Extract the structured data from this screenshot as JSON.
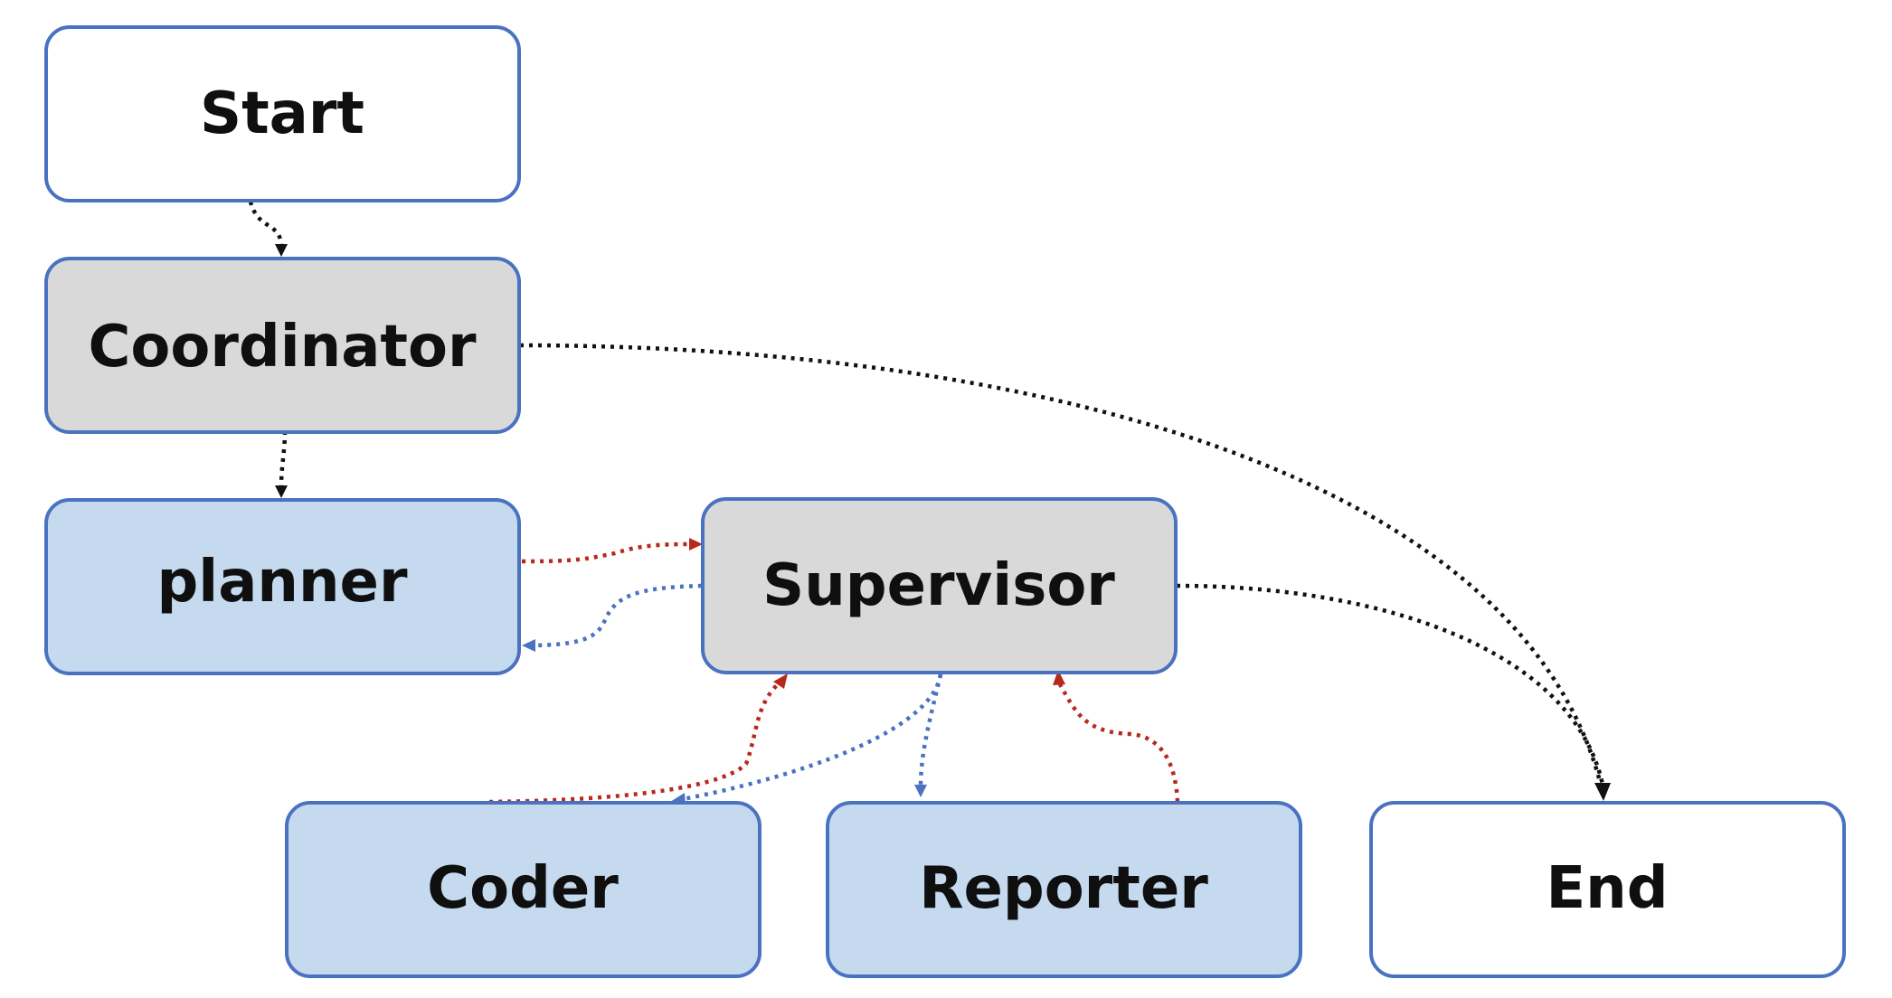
{
  "colors": {
    "node_border": "#4a72c0",
    "node_fill_white": "#ffffff",
    "node_fill_gray": "#d9d9d9",
    "node_fill_blue": "#c5d9ef",
    "edge_black": "#111111",
    "edge_red": "#b52a1c",
    "edge_blue": "#4a72c0"
  },
  "nodes": {
    "start": {
      "label": "Start",
      "fill": "white"
    },
    "coordinator": {
      "label": "Coordinator",
      "fill": "gray"
    },
    "planner": {
      "label": "planner",
      "fill": "blue"
    },
    "supervisor": {
      "label": "Supervisor",
      "fill": "gray"
    },
    "coder": {
      "label": "Coder",
      "fill": "blue"
    },
    "reporter": {
      "label": "Reporter",
      "fill": "blue"
    },
    "end": {
      "label": "End",
      "fill": "white"
    }
  },
  "edges": [
    {
      "from": "start",
      "to": "coordinator",
      "color": "black",
      "style": "dotted"
    },
    {
      "from": "coordinator",
      "to": "planner",
      "color": "black",
      "style": "dotted"
    },
    {
      "from": "coordinator",
      "to": "end",
      "color": "black",
      "style": "dotted"
    },
    {
      "from": "planner",
      "to": "supervisor",
      "color": "red",
      "style": "dotted"
    },
    {
      "from": "supervisor",
      "to": "planner",
      "color": "blue",
      "style": "dotted"
    },
    {
      "from": "supervisor",
      "to": "coder",
      "color": "blue",
      "style": "dotted"
    },
    {
      "from": "supervisor",
      "to": "reporter",
      "color": "blue",
      "style": "dotted"
    },
    {
      "from": "coder",
      "to": "supervisor",
      "color": "red",
      "style": "dotted"
    },
    {
      "from": "reporter",
      "to": "supervisor",
      "color": "red",
      "style": "dotted"
    },
    {
      "from": "supervisor",
      "to": "end",
      "color": "black",
      "style": "dotted"
    }
  ]
}
